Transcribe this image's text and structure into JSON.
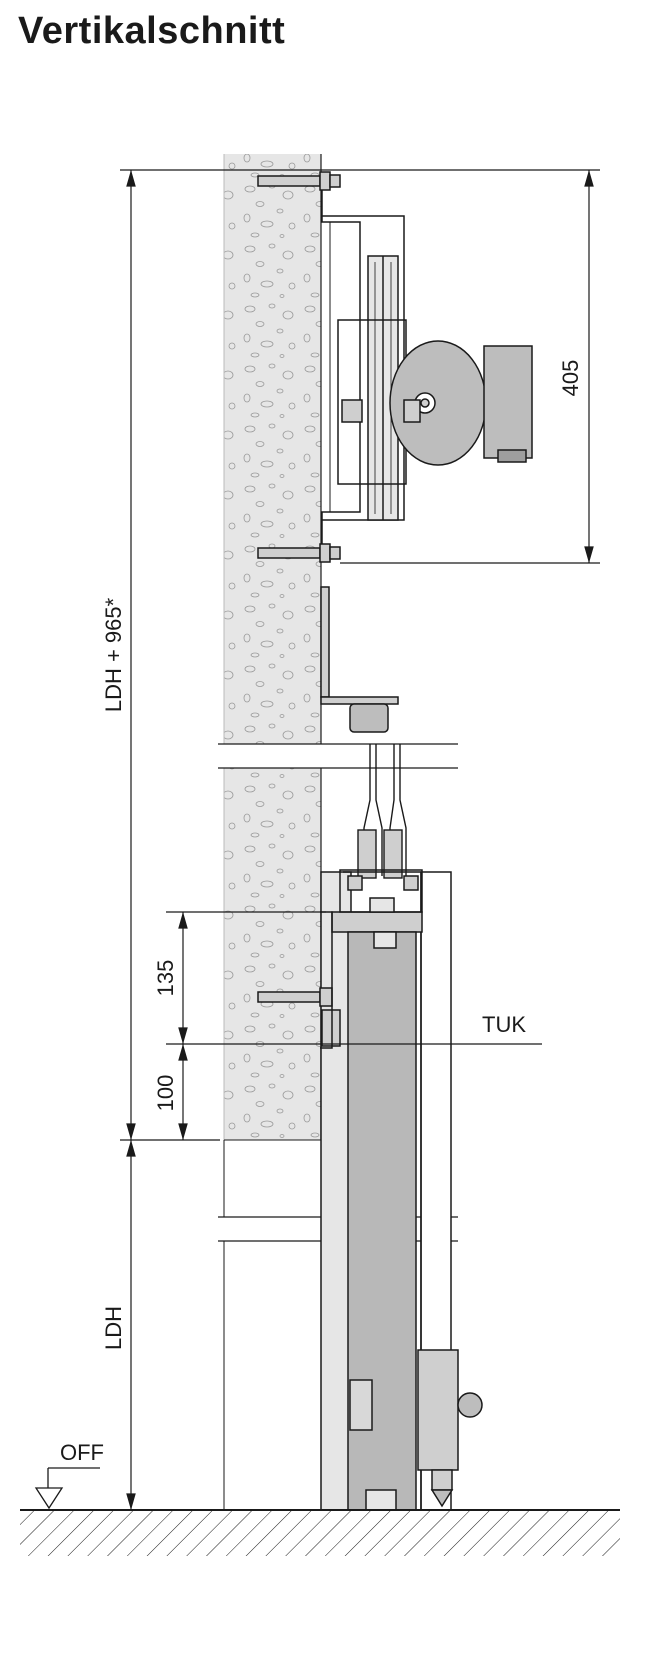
{
  "title": "Vertikalschnitt",
  "dimensions": {
    "total_height": "LDH + 965*",
    "motor_height": "405",
    "d135": "135",
    "d100": "100",
    "ldh": "LDH"
  },
  "labels": {
    "tuk": "TUK",
    "off": "OFF"
  },
  "colors": {
    "line": "#1a1a1a",
    "wall_fill": "#e6e6e6",
    "steel_fill": "#cfcfcf",
    "door_fill": "#b8b8b8",
    "motor_fill": "#bdbdbd"
  }
}
